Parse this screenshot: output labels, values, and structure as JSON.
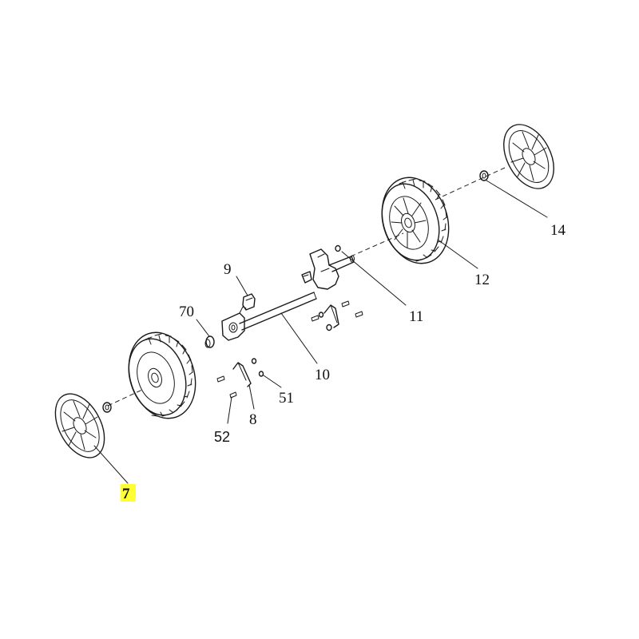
{
  "diagram": {
    "labels": {
      "p7": "7",
      "p8": "8",
      "p9": "9",
      "p10": "10",
      "p11": "11",
      "p12": "12",
      "p14": "14",
      "p51": "51",
      "p52": "52",
      "p70": "70"
    },
    "highlight_color": "#ffff33",
    "ink_color": "#1a1a1a"
  }
}
